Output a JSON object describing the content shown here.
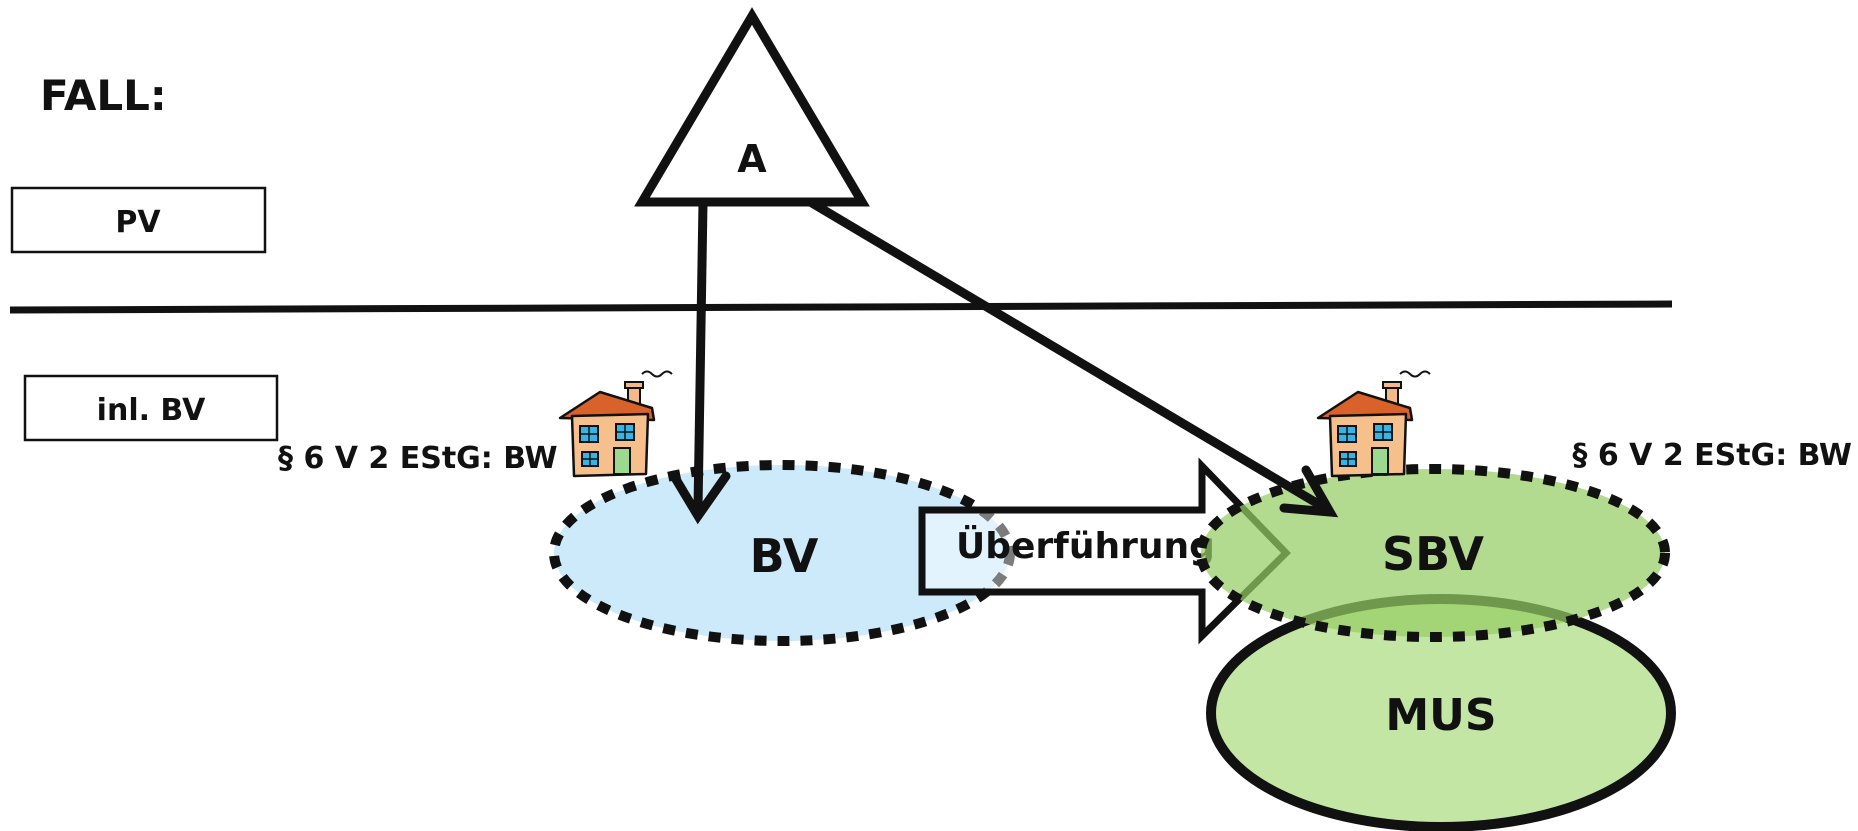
{
  "title": "FALL:",
  "labels": {
    "pv": "PV",
    "inl_bv": "inl. BV",
    "shareholder": "A",
    "bv": "BV",
    "sbv": "SBV",
    "mus": "MUS",
    "transfer": "Überführung",
    "law_left": "§ 6 V 2 EStG: BW",
    "law_right": "§ 6 V 2 EStG: BW"
  },
  "colors": {
    "bv_fill": "#cdeafb",
    "sbv_fill": "#b2dc8a",
    "mus_fill": "#c4e6a4",
    "stroke": "#000000"
  },
  "icons": {
    "house_left": "house-icon",
    "house_right": "house-icon"
  }
}
